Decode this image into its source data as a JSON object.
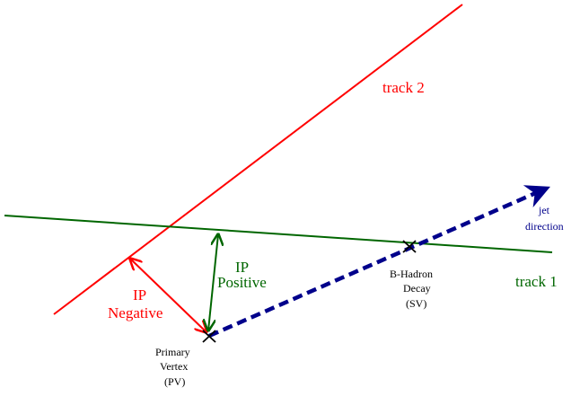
{
  "labels": {
    "track2": "track 2",
    "track1": "track 1",
    "ip_positive_line1": "IP",
    "ip_positive_line2": "Positive",
    "ip_negative_line1": "IP",
    "ip_negative_line2": "Negative",
    "jet_line1": "jet",
    "jet_line2": "direction",
    "bhadron_line1": "B-Hadron",
    "bhadron_line2": "Decay",
    "bhadron_line3": "(SV)",
    "pv_line1": "Primary",
    "pv_line2": "Vertex",
    "pv_line3": "(PV)"
  },
  "colors": {
    "track2": "#ff0000",
    "track1": "#006600",
    "ip_negative": "#ff0000",
    "ip_positive": "#006600",
    "jet": "#00008b",
    "vertex_marker": "#000000",
    "text": "#000000"
  }
}
